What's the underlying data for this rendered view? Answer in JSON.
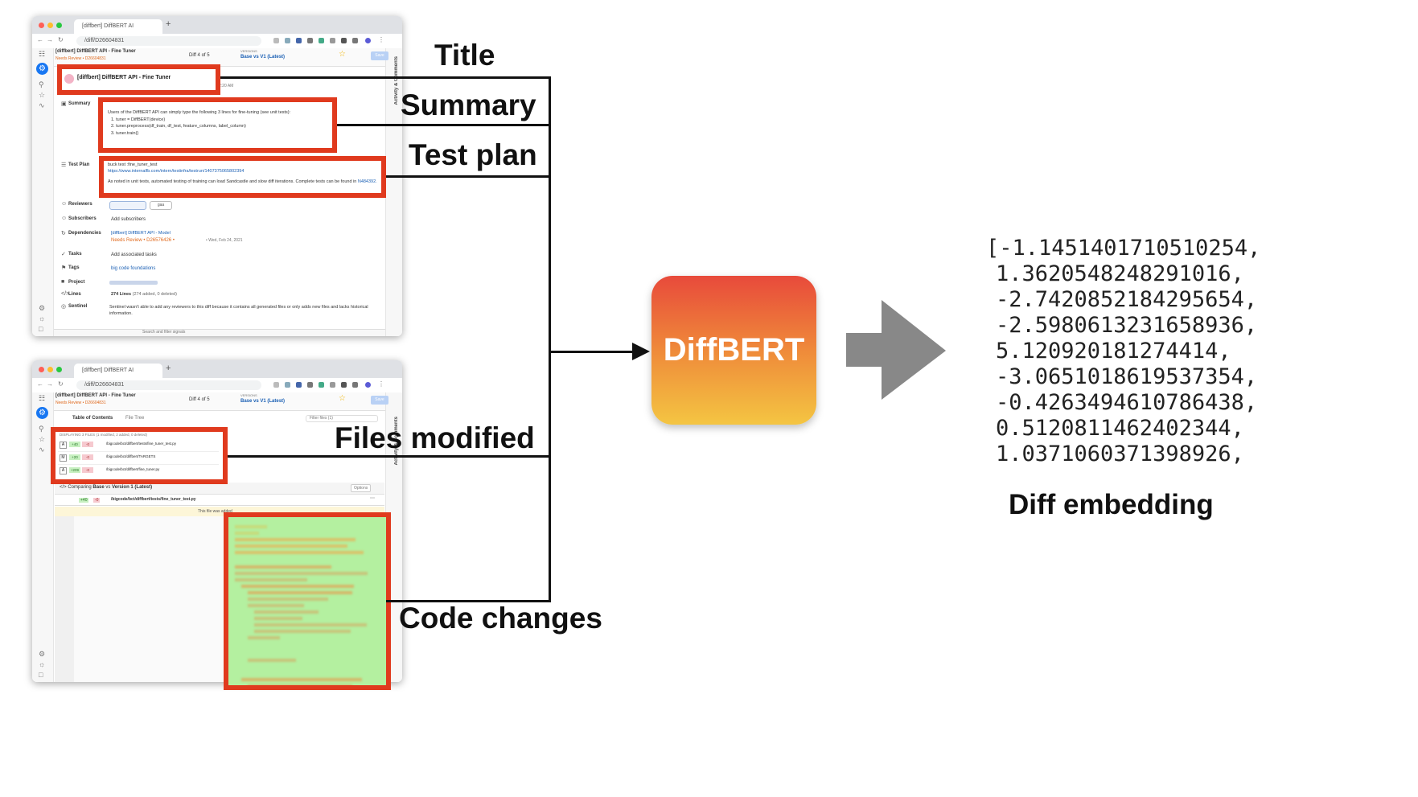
{
  "labels": {
    "title": "Title",
    "summary": "Summary",
    "test_plan": "Test plan",
    "files_modified": "Files modified",
    "code_changes": "Code changes",
    "diff_embedding": "Diff embedding",
    "model": "DiffBERT"
  },
  "colors": {
    "highlight": "#e03a1e",
    "model_top": "#e84a3b",
    "model_bottom": "#f4c542",
    "arrow_gray": "#888888",
    "code_green": "#b4f0a0"
  },
  "embedding": [
    "[-1.1451401710510254,",
    "1.3620548248291016,",
    "-2.7420852184295654,",
    "-2.5980613231658936,",
    "5.120920181274414,",
    "-3.0651018619537354,",
    "-0.4263494610786438,",
    "0.5120811462402344,",
    "1.0371060371398926,"
  ],
  "window1": {
    "tab": "[diffbert] DiffBERT AI",
    "url": "/diff/D26604831",
    "header_title": "[diffbert] DiffBERT API - Fine Tuner",
    "header_status": "Needs Review • D26604831",
    "diff_nav": "Diff 4 of 5",
    "versions_label": "VERSIONS",
    "versions_value": "Base vs V1 (Latest)",
    "save": "Save",
    "diff_title": "[diffbert] DiffBERT API - Fine Tuner",
    "time": "2:20 AM",
    "sidebar_vertical": "Activity & Comments",
    "fields": {
      "summary": "Summary",
      "test_plan": "Test Plan",
      "reviewers": "Reviewers",
      "subscribers": "Subscribers",
      "dependencies": "Dependencies",
      "tasks": "Tasks",
      "tags": "Tags",
      "project": "Project",
      "lines": "Lines",
      "sentinel": "Sentinel"
    },
    "summary_intro": "Users of the DiffBERT API can simply type the following 3 lines for fine-tuning (see unit tests):",
    "summary_lines": [
      "1.  tuner = DiffBERT(device)",
      "2.  tuner.preprocess(df_train, df_test, feature_columns, label_column)",
      "3.  tuner.train()"
    ],
    "test_cmd": "buck test :fine_tuner_test",
    "test_link": "https://www.internalfb.com/intern/testinfra/testrun/1407375065802394",
    "test_note": "As noted in unit tests, automated testing of training can load Sandcastle and slow diff iterations. Complete tests can be found in",
    "test_note_link": "N484392.",
    "reviewer": "gaa",
    "subscribers_placeholder": "Add subscribers",
    "dependency_title": "[diffbert] DiffBERT API - Model",
    "dependency_status": "Needs Review • D26576426 •",
    "dependency_date": "• Wed, Feb 24, 2021",
    "tasks_placeholder": "Add associated tasks",
    "tag": "big code foundations",
    "lines_value": "274 Lines",
    "lines_detail": "(274 added, 0 deleted)",
    "sentinel_text": "Sentinel wasn't able to add any reviewers to this diff because it contains all generated files or only adds new files and lacks historical information.",
    "filter_placeholder": "Search and filter signals"
  },
  "window2": {
    "tab": "[diffbert] DiffBERT AI",
    "url": "/diff/D26604831",
    "header_title": "[diffbert] DiffBERT API - Fine Tuner",
    "header_status": "Needs Review • D26604831",
    "diff_nav": "Diff 4 of 5",
    "versions_label": "VERSIONS",
    "versions_value": "Base vs V1 (Latest)",
    "save": "Save",
    "toc": "Table of Contents",
    "file_tree": "File Tree",
    "filter_files": "Filter files (1)",
    "displaying": "DISPLAYING 3 FILES",
    "displaying_detail": "(1 modified, 2 added, 0 deleted)",
    "files": [
      {
        "badge": "A",
        "added": "+40",
        "removed": "-0",
        "path": "/bigcode/bct/diffbert/tests/fine_tuner_test.py"
      },
      {
        "badge": "M",
        "added": "+20",
        "removed": "-0",
        "path": "/bigcode/bct/diffbert/TARGETS"
      },
      {
        "badge": "A",
        "added": "+209",
        "removed": "-0",
        "path": "/bigcode/bct/diffbert/fine_tuner.py"
      }
    ],
    "comparing_prefix": "Comparing",
    "comparing_base": "Base",
    "comparing_vs": "vs",
    "comparing_version": "Version 1 (Latest)",
    "options": "Options",
    "file_header_path": "/bigcode/bct/diffbert/tests/fine_tuner_test.py",
    "file_header_added": "+40",
    "file_header_removed": "-0",
    "new_file_note": "This file was added"
  }
}
